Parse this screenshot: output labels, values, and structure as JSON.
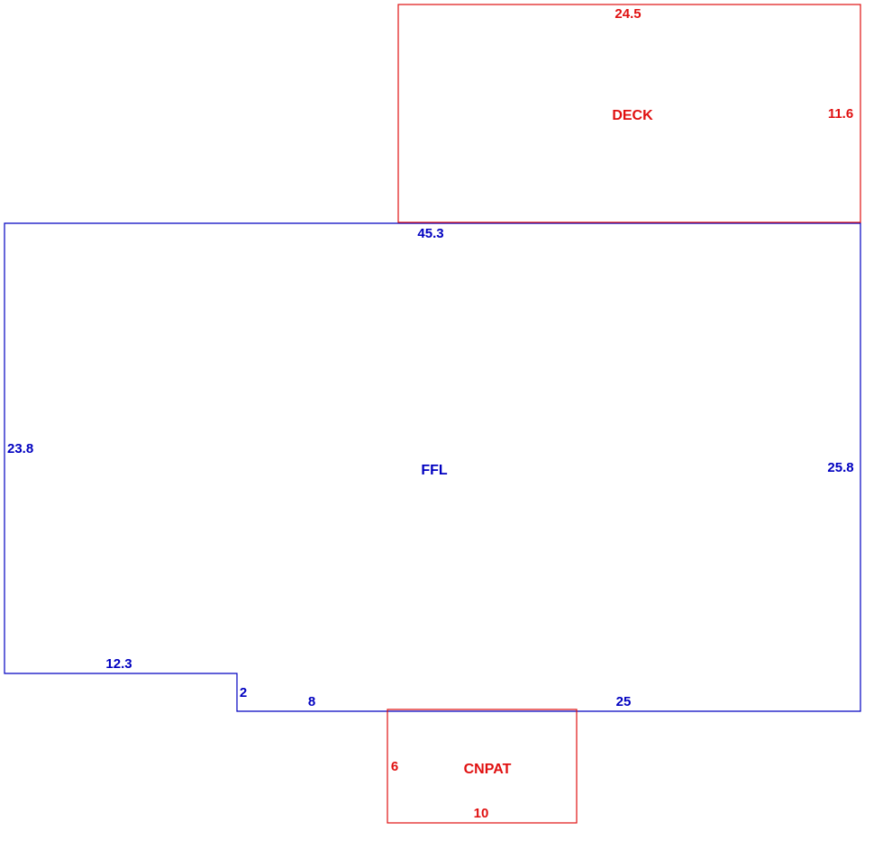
{
  "colors": {
    "main_area": "#0000c0",
    "other_area": "#e01010"
  },
  "areas": {
    "ffl": {
      "name": "FFL",
      "dims": {
        "top": "45.3",
        "left": "23.8",
        "right": "25.8",
        "bottom_left": "12.3",
        "step": "2",
        "bottom_mid": "8",
        "bottom_right": "25"
      }
    },
    "deck": {
      "name": "DECK",
      "dims": {
        "top": "24.5",
        "right": "11.6"
      }
    },
    "cnpat": {
      "name": "CNPAT",
      "dims": {
        "left": "6",
        "bottom": "10"
      }
    }
  }
}
